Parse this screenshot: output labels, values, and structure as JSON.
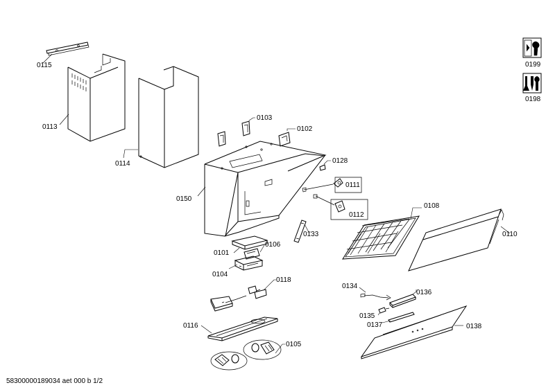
{
  "diagram": {
    "labels": {
      "p0115": "0115",
      "p0113": "0113",
      "p0114": "0114",
      "p0103": "0103",
      "p0102": "0102",
      "p0128": "0128",
      "p0150": "0150",
      "p0111": "0111",
      "p0112": "0112",
      "p0133": "0133",
      "p0101": "0101",
      "p0106": "0106",
      "p0104": "0104",
      "p0118": "0118",
      "p0116": "0116",
      "p0105": "0105",
      "p0108": "0108",
      "p0110": "0110",
      "p0134": "0134",
      "p0136": "0136",
      "p0135": "0135",
      "p0137": "0137",
      "p0138": "0138",
      "p0199": "0199",
      "p0198": "0198"
    },
    "icons": {
      "service_tool": "wrench-icon",
      "accessory": "tools-icon"
    }
  },
  "footer": {
    "document_id": "58300000189034 aet 000 b 1/2"
  }
}
